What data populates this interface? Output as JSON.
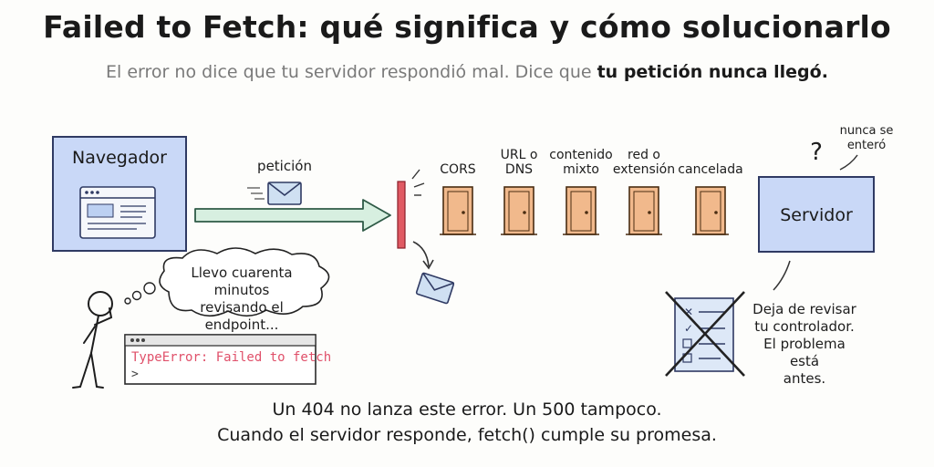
{
  "header": {
    "title": "Failed to Fetch: qué significa y cómo solucionarlo",
    "subtitle_lead": "El error no dice que tu servidor respondió mal. Dice que ",
    "subtitle_emphasis": "tu petición nunca llegó."
  },
  "browser": {
    "label": "Navegador"
  },
  "request": {
    "label": "petición"
  },
  "doors": [
    {
      "label": "CORS"
    },
    {
      "label": "URL o\nDNS"
    },
    {
      "label": "contenido\nmixto"
    },
    {
      "label": "red o\nextensión"
    },
    {
      "label": "cancelada"
    }
  ],
  "server": {
    "label": "Servidor",
    "question_mark": "?",
    "never_knew": "nunca se\nenteró"
  },
  "thought_bubble": {
    "text": "Llevo cuarenta minutos\nrevisando el endpoint..."
  },
  "console": {
    "error": "TypeError: Failed to fetch",
    "prompt": ">"
  },
  "advice": {
    "text": "Deja de revisar\ntu controlador.\nEl problema está\nantes."
  },
  "footer": {
    "line1": "Un 404 no lanza este error. Un 500 tampoco.",
    "line2": "Cuando el servidor responde, fetch() cumple su promesa."
  },
  "colors": {
    "box_fill": "#c9d8f7",
    "box_stroke": "#2f3a63",
    "arrow_fill": "#d7efe0",
    "door_fill": "#f1b98c",
    "wall": "#e05a63",
    "envelope": "#cfe0f2",
    "error_text": "#e0506a"
  }
}
